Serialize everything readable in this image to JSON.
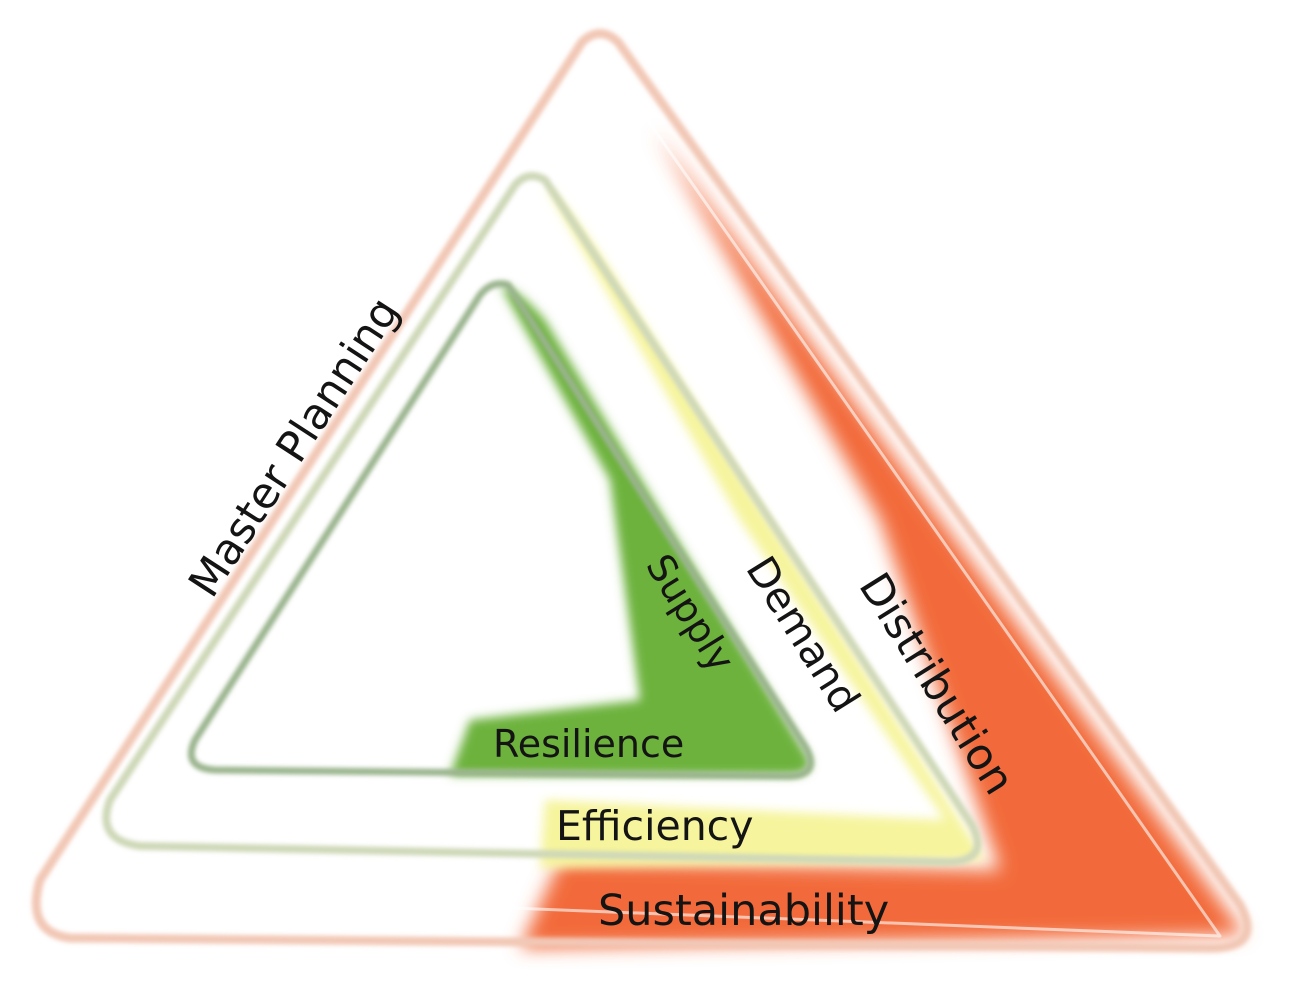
{
  "diagram": {
    "layers": [
      {
        "name": "outer",
        "color": "#f26a3b",
        "labels": {
          "left": "Master Planning",
          "right": "Distribution",
          "bottom": "Sustainability"
        }
      },
      {
        "name": "middle",
        "color": "#f6f49c",
        "labels": {
          "right": "Demand",
          "bottom": "Efficiency"
        }
      },
      {
        "name": "inner",
        "color": "#6db23c",
        "labels": {
          "right": "Supply",
          "bottom": "Resilience"
        }
      }
    ]
  }
}
